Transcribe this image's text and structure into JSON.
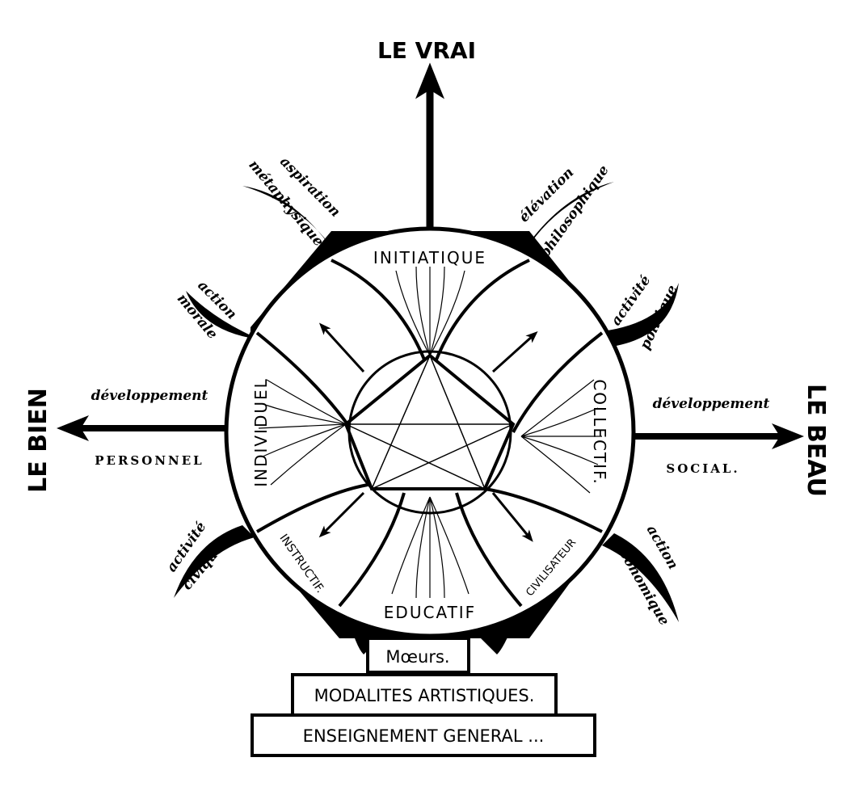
{
  "axes": {
    "top": "LE VRAI",
    "left": "LE BIEN",
    "right": "LE BEAU"
  },
  "ring_labels": {
    "top": "INITIATIQUE",
    "right": "COLLECTIF.",
    "bottom": "EDUCATIF",
    "left": "INDIVIDUEL",
    "bottom_left": "INSTRUCTIF.",
    "bottom_right": "CIVILISATEUR"
  },
  "annotations": {
    "top_left_1": "aspiration",
    "top_left_2": "métaphysique",
    "top_right_1": "élévation",
    "top_right_2": "philosophique",
    "left_upper_1": "action",
    "left_upper_2": "morale",
    "right_upper_1": "activité",
    "right_upper_2": "politique",
    "left_axis_1": "développement",
    "left_axis_2": "PERSONNEL",
    "right_axis_1": "développement",
    "right_axis_2": "SOCIAL.",
    "left_lower_1": "activité",
    "left_lower_2": "civique",
    "right_lower_1": "action",
    "right_lower_2": "économique"
  },
  "base": {
    "level1": "Mœurs.",
    "level2": "MODALITES ARTISTIQUES.",
    "level3": "ENSEIGNEMENT GENERAL ..."
  }
}
